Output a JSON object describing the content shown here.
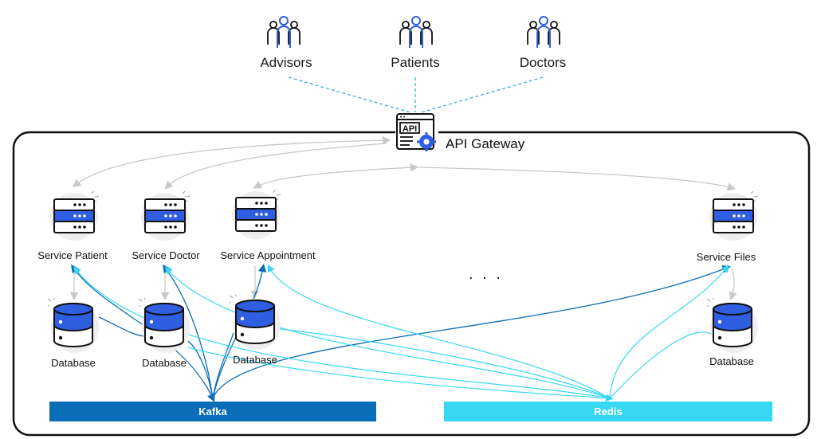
{
  "actors": [
    {
      "id": "advisors",
      "label": "Advisors"
    },
    {
      "id": "patients",
      "label": "Patients"
    },
    {
      "id": "doctors",
      "label": "Doctors"
    }
  ],
  "gateway": {
    "label": "API Gateway",
    "icon_text": "API"
  },
  "services": [
    {
      "id": "patient",
      "label": "Service Patient"
    },
    {
      "id": "doctor",
      "label": "Service Doctor"
    },
    {
      "id": "appointment",
      "label": "Service Appointment"
    },
    {
      "id": "files",
      "label": "Service Files"
    }
  ],
  "databases": [
    {
      "id": "db-patient",
      "label": "Database"
    },
    {
      "id": "db-doctor",
      "label": "Database"
    },
    {
      "id": "db-appointment",
      "label": "Database"
    },
    {
      "id": "db-files",
      "label": "Database"
    }
  ],
  "ellipsis": ". . .",
  "buses": {
    "kafka": {
      "label": "Kafka",
      "color": "#0a6db7"
    },
    "redis": {
      "label": "Redis",
      "color": "#38d8f2"
    }
  },
  "colors": {
    "accent": "#2f5fe0",
    "kafka": "#0a6db7",
    "redis": "#38d8f2",
    "connector": "#c8c8c8",
    "actor_link": "#2aa9c7"
  }
}
